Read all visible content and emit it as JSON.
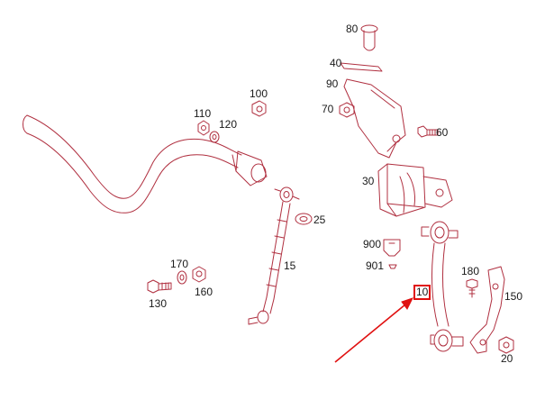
{
  "diagram": {
    "callouts": [
      "80",
      "40",
      "90",
      "70",
      "60",
      "30",
      "900",
      "901",
      "10",
      "180",
      "150",
      "20",
      "110",
      "120",
      "100",
      "25",
      "15",
      "170",
      "160",
      "130"
    ],
    "highlighted_callout": "10",
    "part_color": "#b03040",
    "arrow_color": "#e01010",
    "label_color": "#1a1a1a"
  }
}
